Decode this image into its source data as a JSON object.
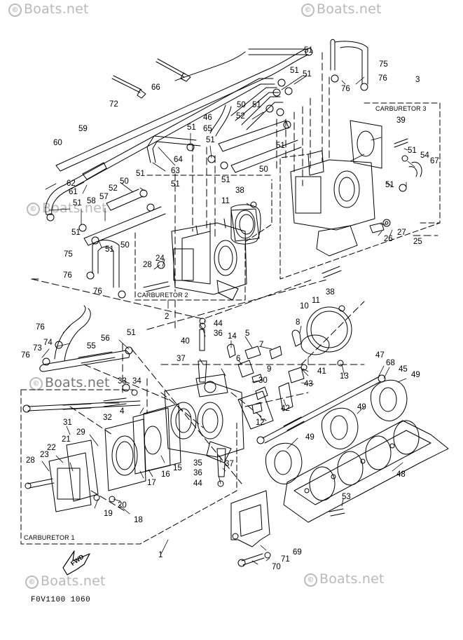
{
  "watermarks": [
    "Boats.net",
    "Boats.net",
    "Boats.net",
    "Boats.net",
    "Boats.net",
    "Boats.net"
  ],
  "copyright_symbol": "©",
  "diagram_code": "F0V1100 1060",
  "groups": {
    "carb1": "CARBURETOR 1",
    "carb2": "CARBURETOR 2",
    "carb3": "CARBURETOR 3"
  },
  "fwd_label": "FWD",
  "callouts": [
    {
      "id": "c1",
      "t": "1"
    },
    {
      "id": "c2",
      "t": "2"
    },
    {
      "id": "c3",
      "t": "3"
    },
    {
      "id": "c4",
      "t": "4"
    },
    {
      "id": "c5",
      "t": "5"
    },
    {
      "id": "c6",
      "t": "6"
    },
    {
      "id": "c7",
      "t": "7"
    },
    {
      "id": "c8",
      "t": "8"
    },
    {
      "id": "c9",
      "t": "9"
    },
    {
      "id": "c10",
      "t": "10"
    },
    {
      "id": "c11a",
      "t": "11"
    },
    {
      "id": "c11b",
      "t": "11"
    },
    {
      "id": "c12",
      "t": "12"
    },
    {
      "id": "c13",
      "t": "13"
    },
    {
      "id": "c14",
      "t": "14"
    },
    {
      "id": "c15",
      "t": "15"
    },
    {
      "id": "c16",
      "t": "16"
    },
    {
      "id": "c17",
      "t": "17"
    },
    {
      "id": "c18",
      "t": "18"
    },
    {
      "id": "c19",
      "t": "19"
    },
    {
      "id": "c20",
      "t": "20"
    },
    {
      "id": "c21",
      "t": "21"
    },
    {
      "id": "c22",
      "t": "22"
    },
    {
      "id": "c23",
      "t": "23"
    },
    {
      "id": "c24",
      "t": "24"
    },
    {
      "id": "c25",
      "t": "25"
    },
    {
      "id": "c26",
      "t": "26"
    },
    {
      "id": "c27",
      "t": "27"
    },
    {
      "id": "c28a",
      "t": "28"
    },
    {
      "id": "c28b",
      "t": "28"
    },
    {
      "id": "c29",
      "t": "29"
    },
    {
      "id": "c30",
      "t": "30"
    },
    {
      "id": "c31",
      "t": "31"
    },
    {
      "id": "c32",
      "t": "32"
    },
    {
      "id": "c33",
      "t": "33"
    },
    {
      "id": "c34",
      "t": "34"
    },
    {
      "id": "c35",
      "t": "35"
    },
    {
      "id": "c36a",
      "t": "36"
    },
    {
      "id": "c36b",
      "t": "36"
    },
    {
      "id": "c37a",
      "t": "37"
    },
    {
      "id": "c37b",
      "t": "37"
    },
    {
      "id": "c38a",
      "t": "38"
    },
    {
      "id": "c38b",
      "t": "38"
    },
    {
      "id": "c39",
      "t": "39"
    },
    {
      "id": "c40",
      "t": "40"
    },
    {
      "id": "c41",
      "t": "41"
    },
    {
      "id": "c42",
      "t": "42"
    },
    {
      "id": "c43",
      "t": "43"
    },
    {
      "id": "c44a",
      "t": "44"
    },
    {
      "id": "c44b",
      "t": "44"
    },
    {
      "id": "c45",
      "t": "45"
    },
    {
      "id": "c46",
      "t": "46"
    },
    {
      "id": "c47",
      "t": "47"
    },
    {
      "id": "c48",
      "t": "48"
    },
    {
      "id": "c49a",
      "t": "49"
    },
    {
      "id": "c49b",
      "t": "49"
    },
    {
      "id": "c49c",
      "t": "49"
    },
    {
      "id": "c49d",
      "t": "49"
    },
    {
      "id": "c50a",
      "t": "50"
    },
    {
      "id": "c50b",
      "t": "50"
    },
    {
      "id": "c50c",
      "t": "50"
    },
    {
      "id": "c50d",
      "t": "50"
    },
    {
      "id": "c51a",
      "t": "51"
    },
    {
      "id": "c51b",
      "t": "51"
    },
    {
      "id": "c51c",
      "t": "51"
    },
    {
      "id": "c51d",
      "t": "51"
    },
    {
      "id": "c51e",
      "t": "51"
    },
    {
      "id": "c51f",
      "t": "51"
    },
    {
      "id": "c51g",
      "t": "51"
    },
    {
      "id": "c51h",
      "t": "51"
    },
    {
      "id": "c51i",
      "t": "51"
    },
    {
      "id": "c51j",
      "t": "51"
    },
    {
      "id": "c51k",
      "t": "51"
    },
    {
      "id": "c51l",
      "t": "51"
    },
    {
      "id": "c51m",
      "t": "51"
    },
    {
      "id": "c51n",
      "t": "51"
    },
    {
      "id": "c51o",
      "t": "51"
    },
    {
      "id": "c51p",
      "t": "51"
    },
    {
      "id": "c52a",
      "t": "52"
    },
    {
      "id": "c52b",
      "t": "52"
    },
    {
      "id": "c53",
      "t": "53"
    },
    {
      "id": "c54",
      "t": "54"
    },
    {
      "id": "c55",
      "t": "55"
    },
    {
      "id": "c56",
      "t": "56"
    },
    {
      "id": "c57",
      "t": "57"
    },
    {
      "id": "c58",
      "t": "58"
    },
    {
      "id": "c59",
      "t": "59"
    },
    {
      "id": "c60",
      "t": "60"
    },
    {
      "id": "c61",
      "t": "61"
    },
    {
      "id": "c62",
      "t": "62"
    },
    {
      "id": "c63",
      "t": "63"
    },
    {
      "id": "c64",
      "t": "64"
    },
    {
      "id": "c65",
      "t": "65"
    },
    {
      "id": "c66",
      "t": "66"
    },
    {
      "id": "c67",
      "t": "67"
    },
    {
      "id": "c68",
      "t": "68"
    },
    {
      "id": "c69",
      "t": "69"
    },
    {
      "id": "c70",
      "t": "70"
    },
    {
      "id": "c71",
      "t": "71"
    },
    {
      "id": "c72",
      "t": "72"
    },
    {
      "id": "c73",
      "t": "73"
    },
    {
      "id": "c74",
      "t": "74"
    },
    {
      "id": "c75a",
      "t": "75"
    },
    {
      "id": "c75b",
      "t": "75"
    },
    {
      "id": "c76a",
      "t": "76"
    },
    {
      "id": "c76b",
      "t": "76"
    },
    {
      "id": "c76c",
      "t": "76"
    },
    {
      "id": "c76d",
      "t": "76"
    },
    {
      "id": "c76e",
      "t": "76"
    },
    {
      "id": "c76f",
      "t": "76"
    }
  ]
}
